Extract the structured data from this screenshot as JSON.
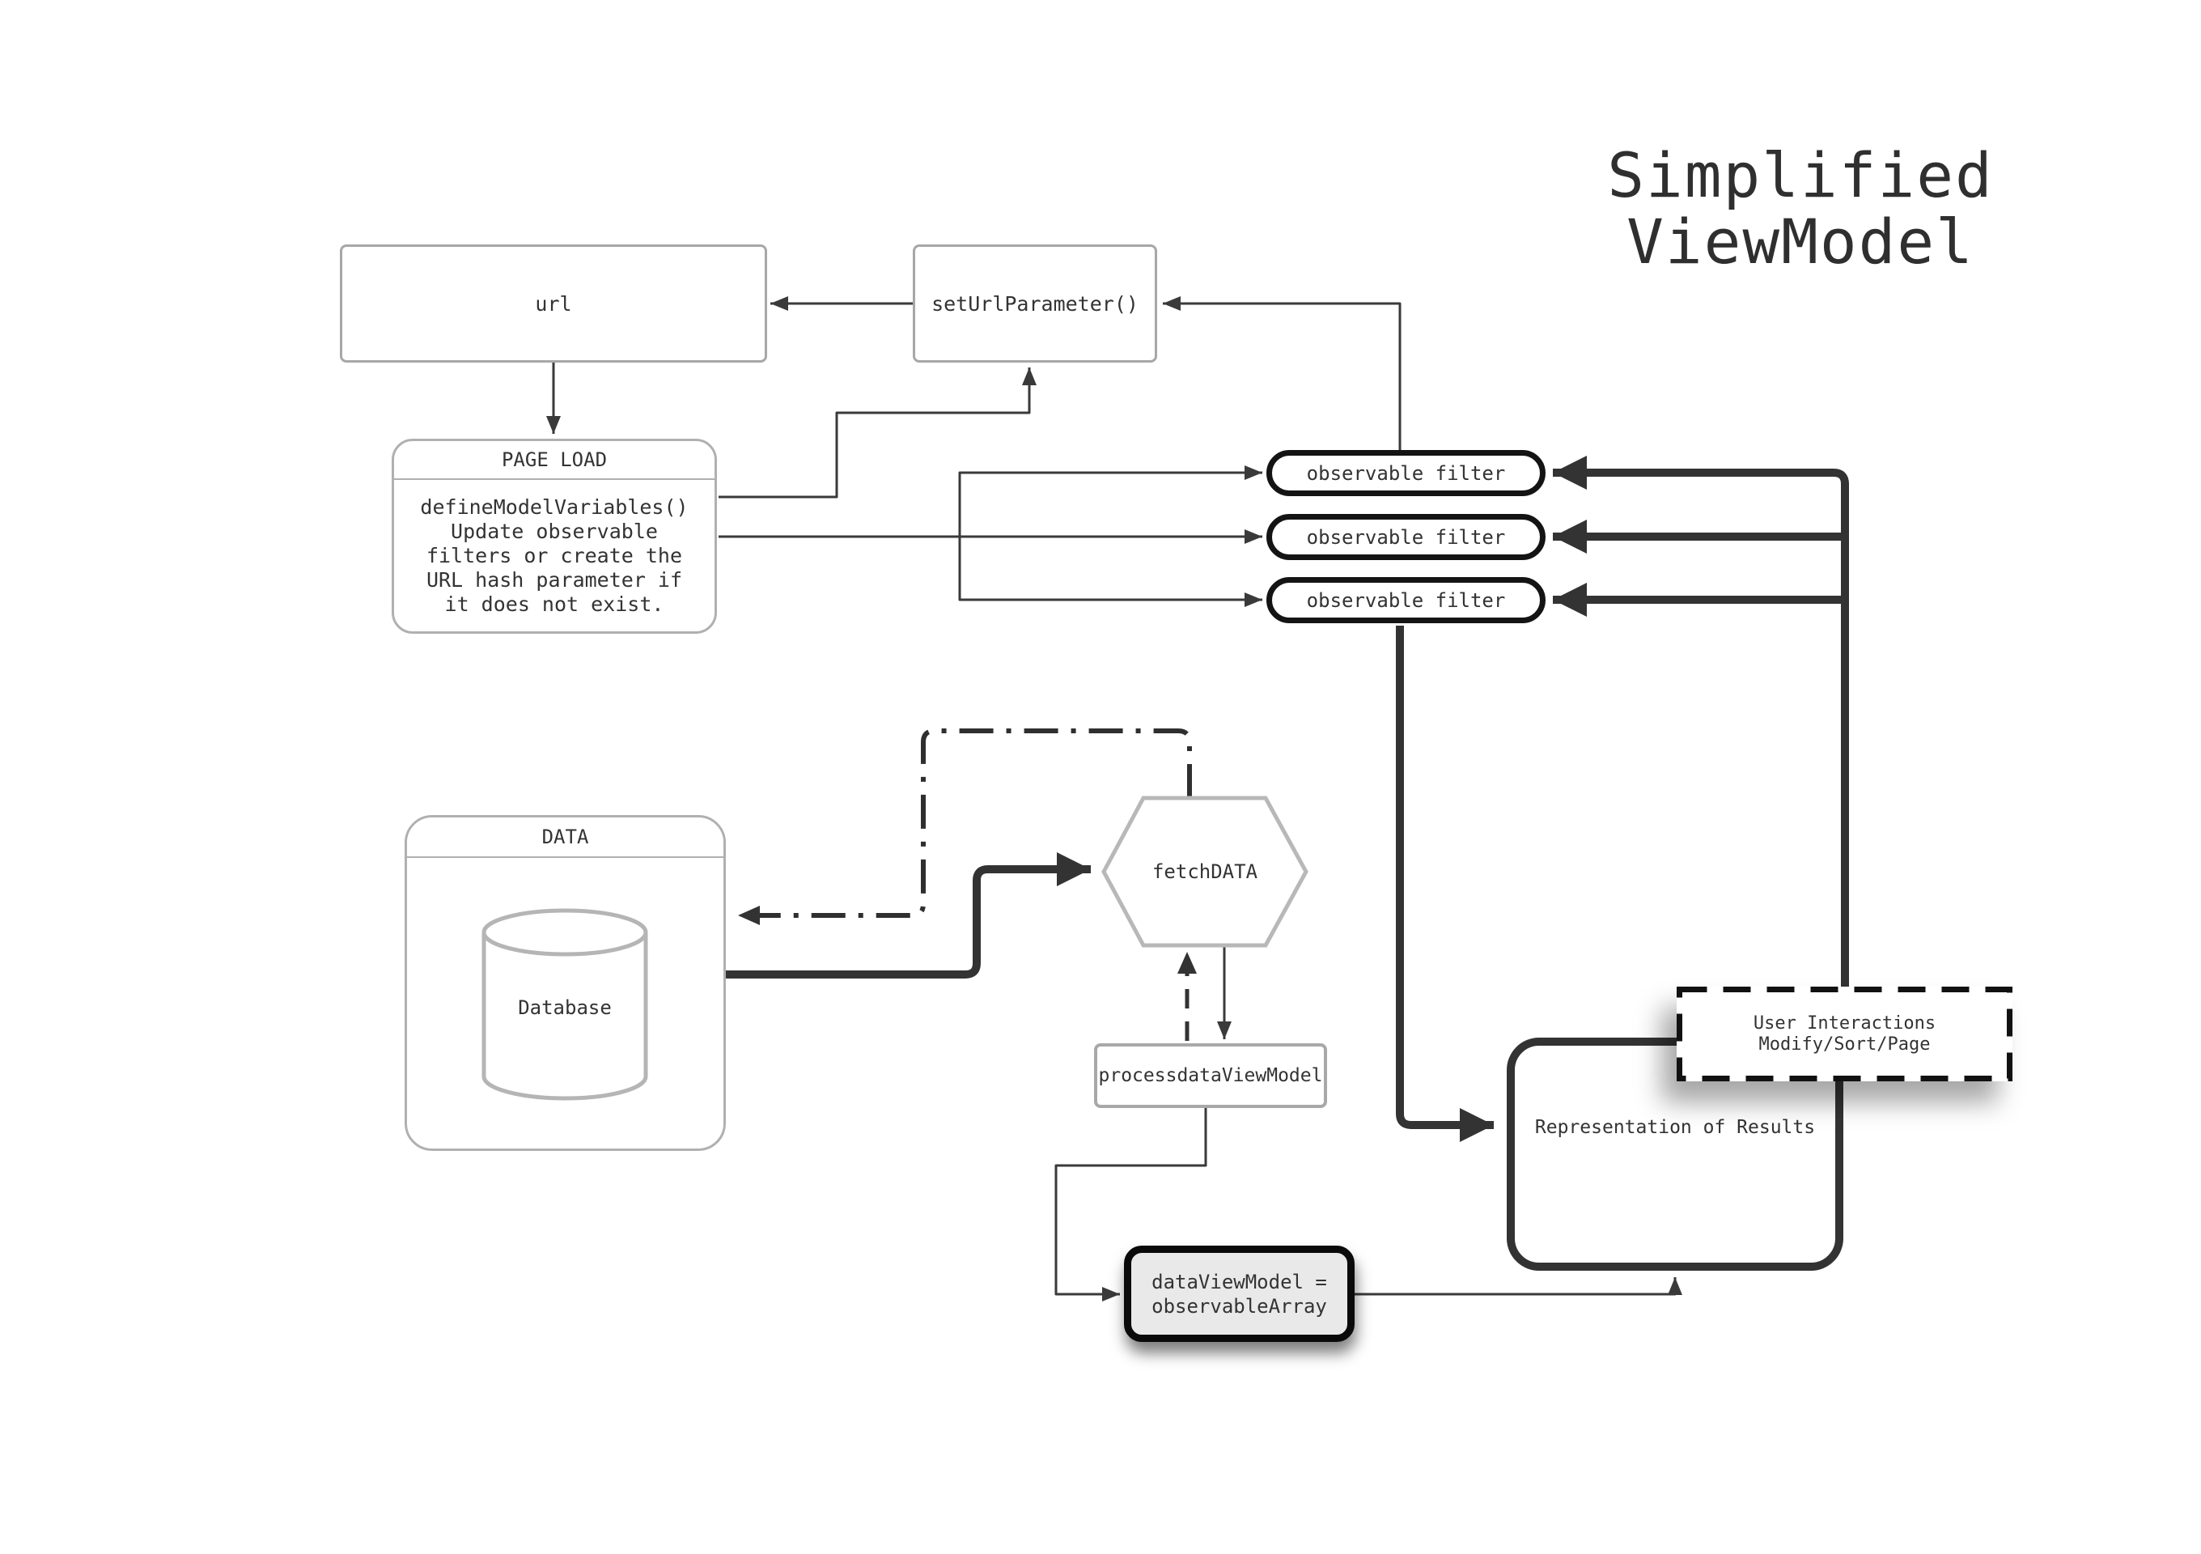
{
  "title": "Simplified\nViewModel",
  "nodes": {
    "url": "url",
    "set_url_parameter": "setUrlParameter()",
    "page_load": {
      "header": "PAGE LOAD",
      "body": "defineModelVariables()\nUpdate observable\nfilters or create the\nURL hash parameter if\nit does not exist."
    },
    "observable_filters": [
      "observable filter",
      "observable filter",
      "observable filter"
    ],
    "data_store": {
      "header": "DATA",
      "database": "Database"
    },
    "fetch_data": "fetchDATA",
    "process_data_view_model": "processdataViewModel",
    "data_view_model": "dataViewModel =\nobservableArray",
    "representation": "Representation of Results",
    "user_interactions": "User Interactions\nModify/Sort/Page"
  },
  "colors": {
    "background": "#ffffff",
    "ink": "#333333",
    "thin_line": "#3a3a3a",
    "thick_line": "#333333",
    "light_border": "#b0b0b0",
    "pill_border": "#141414",
    "data_view_model_fill": "#e9e9e9"
  }
}
